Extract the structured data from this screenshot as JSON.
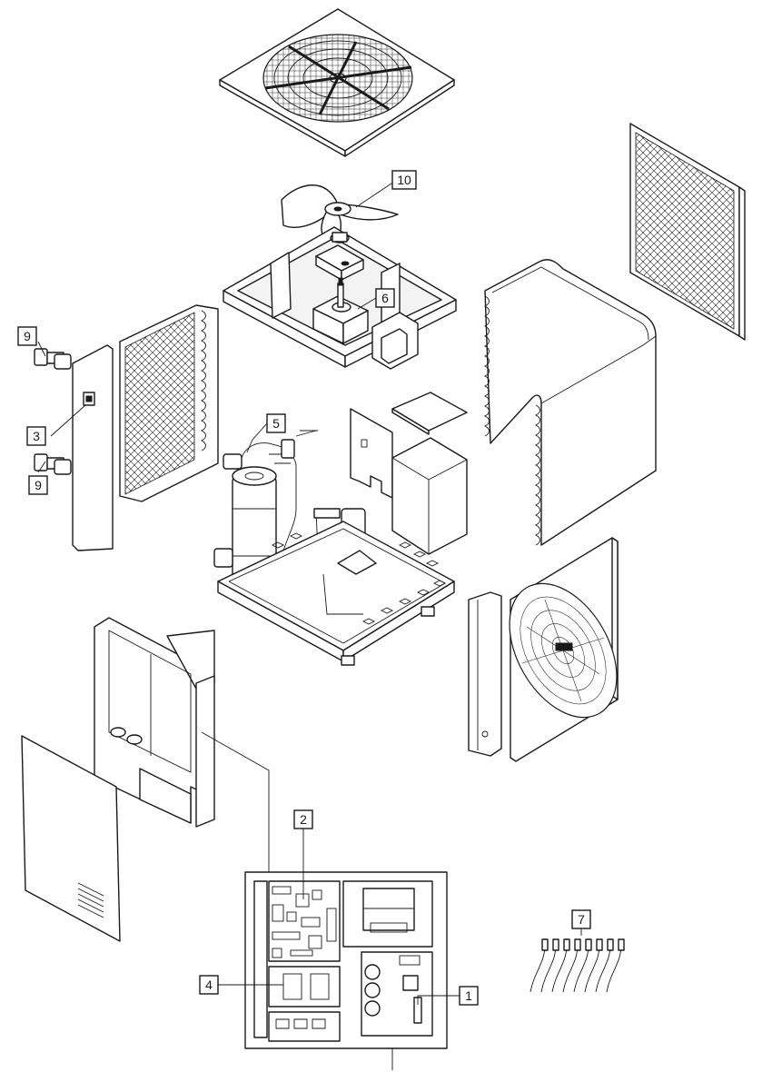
{
  "callouts": [
    {
      "id": "1",
      "label": "1"
    },
    {
      "id": "2",
      "label": "2"
    },
    {
      "id": "3",
      "label": "3"
    },
    {
      "id": "4",
      "label": "4"
    },
    {
      "id": "5",
      "label": "5"
    },
    {
      "id": "6",
      "label": "6"
    },
    {
      "id": "7",
      "label": "7"
    },
    {
      "id": "9a",
      "label": "9"
    },
    {
      "id": "9b",
      "label": "9"
    },
    {
      "id": "10",
      "label": "10"
    }
  ],
  "colors": {
    "line": "#1a1a1a",
    "background": "#ffffff"
  }
}
